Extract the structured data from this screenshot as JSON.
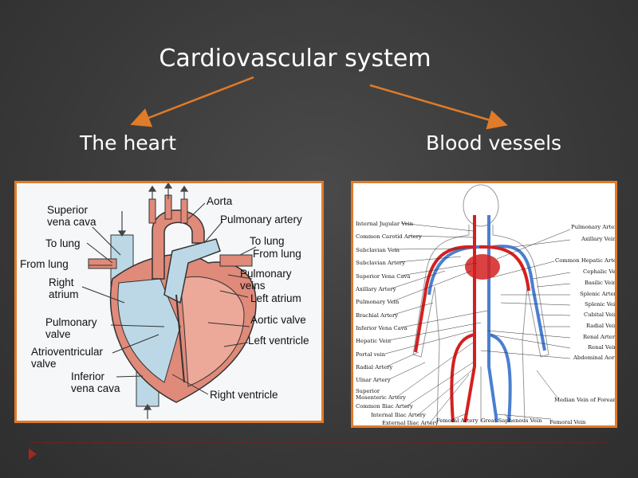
{
  "title": "Cardiovascular system",
  "left_heading": "The heart",
  "right_heading": "Blood vessels",
  "colors": {
    "accent": "#e07b2a",
    "artery": "#d42020",
    "vein": "#4a7fd0",
    "nav": "#a3271e"
  },
  "heart_labels": {
    "superior_vena_cava": "Superior\nvena cava",
    "aorta": "Aorta",
    "pulmonary_artery": "Pulmonary artery",
    "to_lung_left": "To lung",
    "to_lung_right": "To lung",
    "from_lung_left": "From lung",
    "from_lung_right": "From lung",
    "right_atrium": "Right\natrium",
    "pulmonary_veins": "Pulmonary\nveins",
    "left_atrium": "Left atrium",
    "pulmonary_valve": "Pulmonary\nvalve",
    "aortic_valve": "Aortic valve",
    "left_ventricle": "Left ventricle",
    "atrioventricular_valve": "Atrioventricular\nvalve",
    "inferior_vena_cava": "Inferior\nvena cava",
    "right_ventricle": "Right ventricle"
  },
  "vessel_labels_left": [
    "Internal Jugular Vein",
    "Common Carotid Artery",
    "Subclavian Vein",
    "Subclavian Artery",
    "Superior Vena Cava",
    "Axillary Artery",
    "Pulmonary Vein",
    "Brachial Artery",
    "Inferior Vena Cava",
    "Hepatic Vein",
    "Portal vein",
    "Radial Artery",
    "Ulnar Artery",
    "Superior\nMesenteric Artery",
    "Common Iliac Artery",
    "Internal Iliac Artery",
    "External Iliac Artery"
  ],
  "vessel_labels_right": [
    "Pulmonary Artery",
    "Axillary Vein",
    "Common Hepatic Artery",
    "Cephalic Vein",
    "Basilic Vein",
    "Splenic Artery",
    "Splenic Vein",
    "Cubital Vein",
    "Radial Vein",
    "Renal Artery",
    "Renal Vein",
    "Abdominal Aorta",
    "Median Vein of Forearm",
    "Femoral Vein"
  ],
  "vessel_labels_bottom": [
    "Femoral Artery",
    "Great Saphenous Vein"
  ]
}
